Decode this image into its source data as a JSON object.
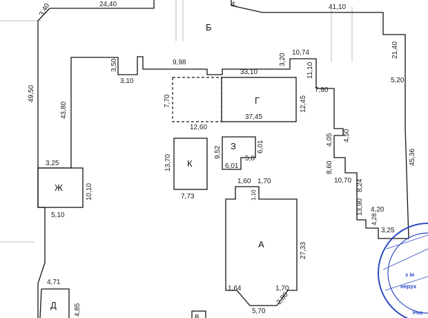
{
  "buildings": [
    {
      "id": "b",
      "letter": "Б"
    },
    {
      "id": "g",
      "letter": "Г"
    },
    {
      "id": "k",
      "letter": "К"
    },
    {
      "id": "z",
      "letter": "З"
    },
    {
      "id": "zh",
      "letter": "Ж"
    },
    {
      "id": "a",
      "letter": "А"
    },
    {
      "id": "d",
      "letter": "Д"
    },
    {
      "id": "v",
      "letter": "В"
    }
  ],
  "dimensions": {
    "d_3_40": "3,40",
    "d_24_40": "24,40",
    "d_4": "4,",
    "d_41_10": "41,10",
    "d_21_40": "21,40",
    "d_5_20": "5,20",
    "d_45_36": "45,36",
    "d_49_50": "49,50",
    "d_43_80": "43,80",
    "d_3_50": "3,50",
    "d_3_10": "3,10",
    "d_9_98": "9,98",
    "d_33_10": "33,10",
    "d_3_20": "3,20",
    "d_10_74": "10,74",
    "d_11_10": "11,10",
    "d_7_80": "7,80",
    "d_7_70": "7,70",
    "d_12_45": "12,45",
    "d_37_45": "37,45",
    "d_12_60": "12,60",
    "d_13_70": "13,70",
    "d_7_73": "7,73",
    "d_9_52": "9,52",
    "d_6_01a": "6,01",
    "d_6_01b": "6,01",
    "d_5_0": "5,0",
    "d_4_05": "4,05",
    "d_4_50": "4,50",
    "d_8_60": "8,60",
    "d_10_70": "10,70",
    "d_8_24": "8,24",
    "d_13_90": "13,90",
    "d_4_20": "4,20",
    "d_4_28": "4,28",
    "d_3_25r": "3,25",
    "d_3_25": "3,25",
    "d_10_10": "10,10",
    "d_5_10": "5,10",
    "d_1_60": "1,60",
    "d_1_70t": "1,70",
    "d_1_10": "1,10",
    "d_27_33": "27,33",
    "d_1_64": "1,64",
    "d_1_70b": "1,70",
    "d_2_80": "2,80",
    "d_5_70": "5,70",
    "d_4_71": "4,71",
    "d_4_85": "4,85"
  },
  "stamp": {
    "line1": "з ін",
    "line2": "нерух",
    "line3": "Рео"
  },
  "colors": {
    "ink": "#111111",
    "stamp": "#2a47c2"
  }
}
